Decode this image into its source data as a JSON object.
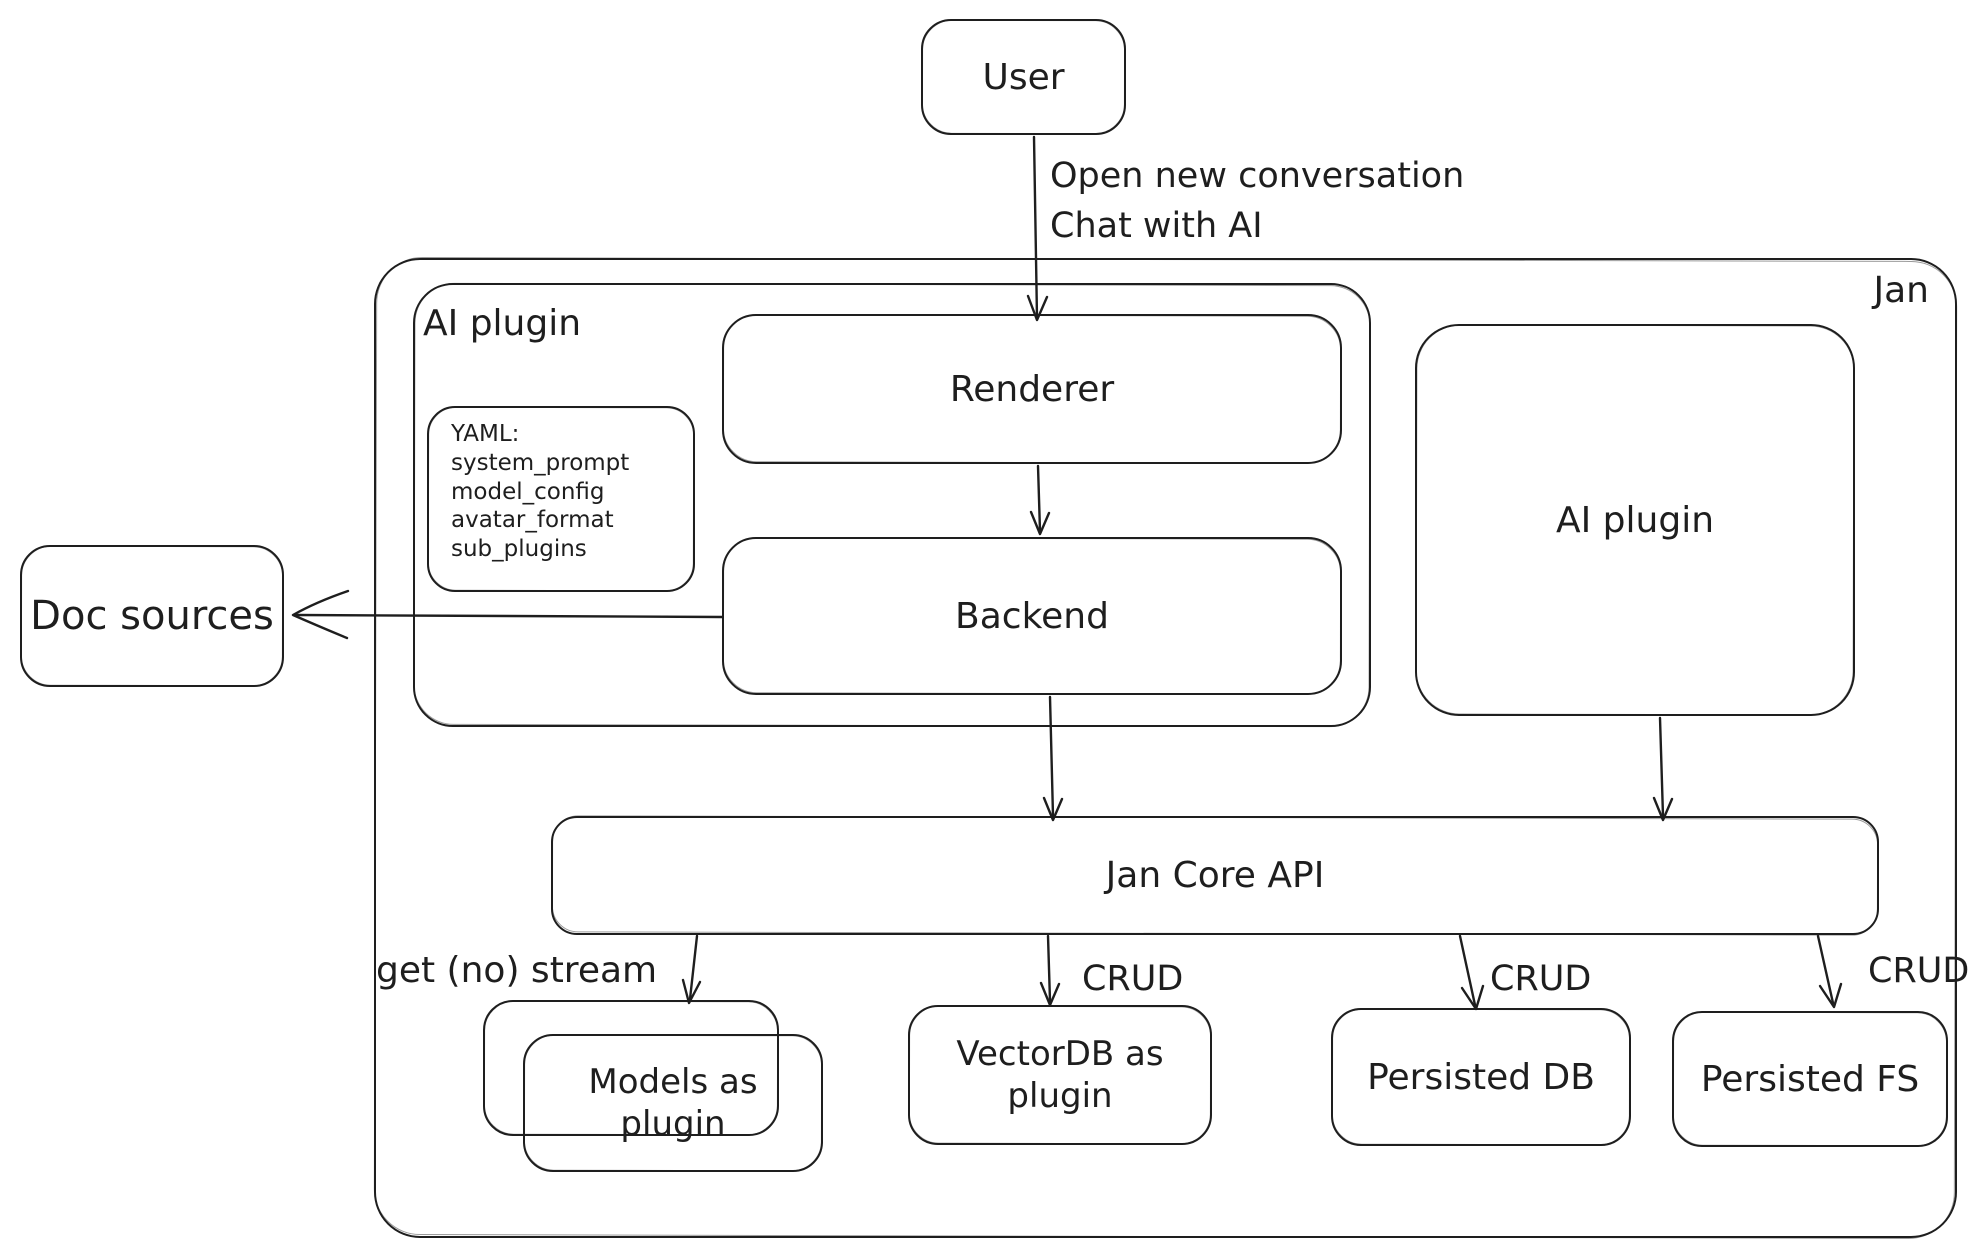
{
  "diagram": {
    "colors": {
      "stroke": "#1e1e1e",
      "background": "#ffffff"
    },
    "containers": {
      "jan": {
        "label": "Jan"
      },
      "ai_plugin_left": {
        "label": "AI plugin"
      }
    },
    "nodes": {
      "user": {
        "label": "User"
      },
      "renderer": {
        "label": "Renderer"
      },
      "backend": {
        "label": "Backend"
      },
      "yaml_note": {
        "lines": [
          "YAML:",
          "system_prompt",
          "model_config",
          "avatar_format",
          "sub_plugins"
        ]
      },
      "doc_sources": {
        "label": "Doc sources"
      },
      "ai_plugin_right": {
        "label": "AI plugin"
      },
      "jan_core_api": {
        "label": "Jan Core API"
      },
      "models_as_plugin": {
        "label": "Models as plugin"
      },
      "vectordb_as_plugin": {
        "label": "VectorDB as plugin"
      },
      "persisted_db": {
        "label": "Persisted DB"
      },
      "persisted_fs": {
        "label": "Persisted FS"
      }
    },
    "edge_labels": {
      "user_to_renderer_lines": [
        "Open new conversation",
        "Chat with AI"
      ],
      "core_to_models": "get (no) stream",
      "core_to_vectordb": "CRUD",
      "core_to_persisted_db": "CRUD",
      "core_to_persisted_fs": "CRUD"
    }
  }
}
